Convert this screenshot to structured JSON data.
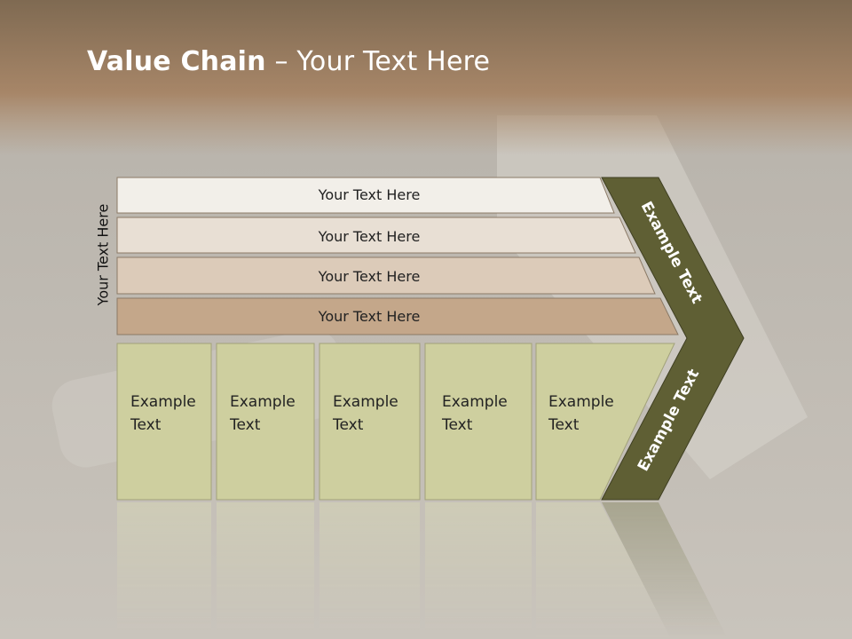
{
  "title": {
    "bold": "Value Chain",
    "rest": " – Your Text Here"
  },
  "side_label": "Your Text Here",
  "bars": [
    {
      "label": "Your Text Here",
      "fill": "#f2efe9"
    },
    {
      "label": "Your Text Here",
      "fill": "#e8dfd4"
    },
    {
      "label": "Your Text Here",
      "fill": "#dccbb9"
    },
    {
      "label": "Your Text Here",
      "fill": "#c4a78a"
    }
  ],
  "boxes": [
    {
      "line1": "Example",
      "line2": "Text"
    },
    {
      "line1": "Example",
      "line2": "Text"
    },
    {
      "line1": "Example",
      "line2": "Text"
    },
    {
      "line1": "Example",
      "line2": "Text"
    },
    {
      "line1": "Example",
      "line2": "Text"
    }
  ],
  "chevron": {
    "upper_label": "Example Text",
    "lower_label": "Example Text",
    "fill": "#5f5f34"
  },
  "colors": {
    "box_fill": "#cecf9f",
    "header_band": "#9e7f5f"
  }
}
